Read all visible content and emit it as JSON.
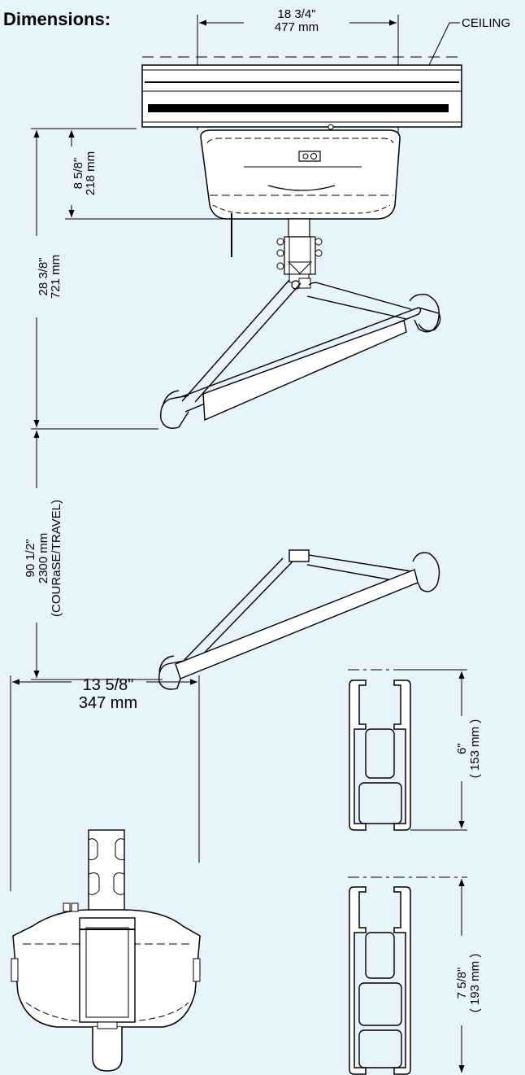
{
  "page": {
    "title": "Dimensions:",
    "background": "#e8f4fb"
  },
  "labels": {
    "ceiling": "CEILING",
    "width_top_in": "18 3/4\"",
    "width_top_mm": "477 mm",
    "motor_h_in": "8 5/8\"",
    "motor_h_mm": "218 mm",
    "overall_h_in": "28 3/8\"",
    "overall_h_mm": "721 mm",
    "travel_in": "90 1/2\"",
    "travel_mm": "2300 mm",
    "travel_note": "(COURaSE/TRAVEL)",
    "side_w_in": "13 5/8\"",
    "side_w_mm": "347 mm",
    "rail_small_in": "6\"",
    "rail_small_mm": "( 153 mm )",
    "rail_large_in": "7 5/8\"",
    "rail_large_mm": "( 193 mm )"
  }
}
